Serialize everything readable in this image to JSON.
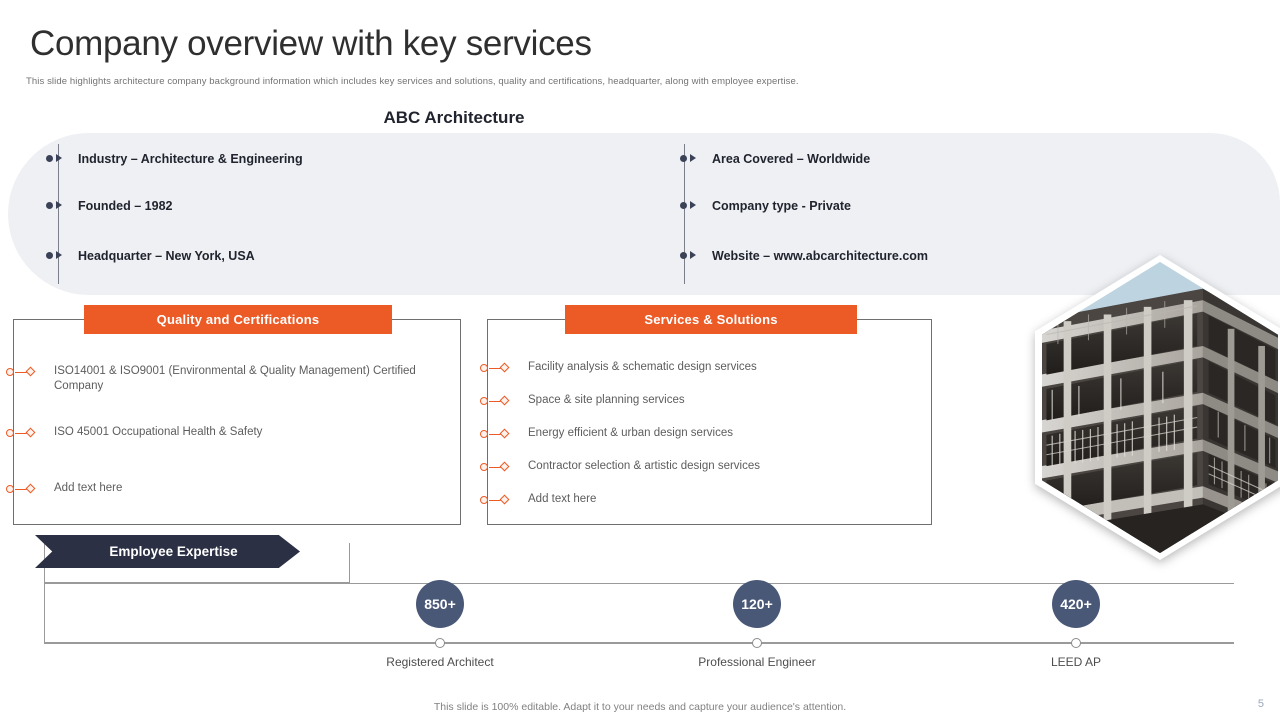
{
  "header": {
    "title": "Company overview with key services",
    "subtitle": "This slide highlights architecture company background information which includes key services and solutions, quality and certifications, headquarter, along with employee expertise."
  },
  "company": {
    "name": "ABC Architecture",
    "facts_left": [
      {
        "label": "Industry – Architecture & Engineering"
      },
      {
        "label": "Founded – 1982"
      },
      {
        "label": "Headquarter – New York, USA"
      }
    ],
    "facts_right": [
      {
        "label": "Area Covered – Worldwide"
      },
      {
        "label": "Company type - Private"
      },
      {
        "label": "Website – www.abcarchitecture.com"
      }
    ]
  },
  "cards": [
    {
      "title": "Quality and Certifications",
      "items": [
        "ISO14001 & ISO9001 (Environmental  & Quality Management) Certified Company",
        "ISO 45001 Occupational Health & Safety",
        "Add text here"
      ]
    },
    {
      "title": "Services & Solutions",
      "items": [
        "Facility analysis & schematic design services",
        "Space & site planning services",
        "Energy efficient & urban design services",
        "Contractor selection & artistic design services",
        "Add text here"
      ]
    }
  ],
  "employee_expertise": {
    "banner_label": "Employee Expertise",
    "stats": [
      {
        "value": "850+",
        "label": "Registered Architect"
      },
      {
        "value": "120+",
        "label": "Professional Engineer"
      },
      {
        "value": "420+",
        "label": "LEED AP"
      }
    ]
  },
  "media": {
    "hexagon_image_alt": "construction-building-photo"
  },
  "footer": {
    "note": "This slide is 100% editable. Adapt it to your needs and capture your audience's attention.",
    "page_number": "5"
  },
  "colors": {
    "accent_orange": "#ec5a26",
    "navy": "#2b3044",
    "slate_blue": "#4a5878",
    "panel_bg": "#eef0f4"
  }
}
